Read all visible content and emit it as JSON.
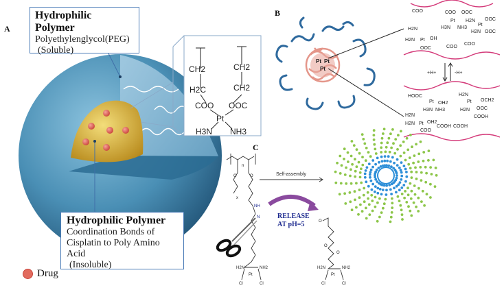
{
  "panels": {
    "a": "A",
    "b": "B",
    "c": "C"
  },
  "top_label": {
    "title": "Hydrophilic Polymer",
    "line1": "Polyethylenglycol(PEG)",
    "line2": "(Soluble)"
  },
  "bottom_label": {
    "title": "Hydrophilic Polymer",
    "line1": "Coordination Bonds of",
    "line2": "Cisplatin to Poly Amino Acid",
    "line3": "(Insoluble)"
  },
  "legend": {
    "drug": "Drug"
  },
  "structure_a": {
    "ch2_left": "CH2",
    "h2c": "H2C",
    "ch2_right_top": "CH2",
    "ch2_right": "CH2",
    "coo": "COO",
    "ooc": "OOC",
    "pt": "Pt",
    "h3n": "H3N",
    "nh3": "NH3"
  },
  "panel_b": {
    "core_pt": "Pt",
    "plus_h": "+H+",
    "minus_h": "-H+",
    "coo": "COO",
    "ooc": "OOC",
    "cooh": "COOH",
    "hooc": "HOOC",
    "ococh2": "OCH2",
    "h3n": "H3N",
    "nh3": "NH3",
    "h2n": "H2N",
    "oh": "OH",
    "oh2": "OH2",
    "pt": "Pt"
  },
  "panel_c": {
    "self_assembly": "Self-assembly",
    "release_line1": "RELEASE",
    "release_line2": "AT pH=5",
    "n": "n",
    "x": "x",
    "o": "O",
    "nh": "NH",
    "n_atom": "N",
    "h2n": "H2N",
    "nh2": "NH2",
    "pt": "Pt",
    "cl": "Cl"
  },
  "colors": {
    "sphere": "#3f86ad",
    "core": "#d9b233",
    "drug": "#e26b5e",
    "box_border": "#4a7bb7",
    "peg": "#2f6a9e",
    "backbone": "#d43b7a",
    "release": "#1d2a8f",
    "arrow": "#8a4a9e",
    "micelle_inner": "#2e8fd8",
    "micelle_outer": "#8dc64a"
  }
}
